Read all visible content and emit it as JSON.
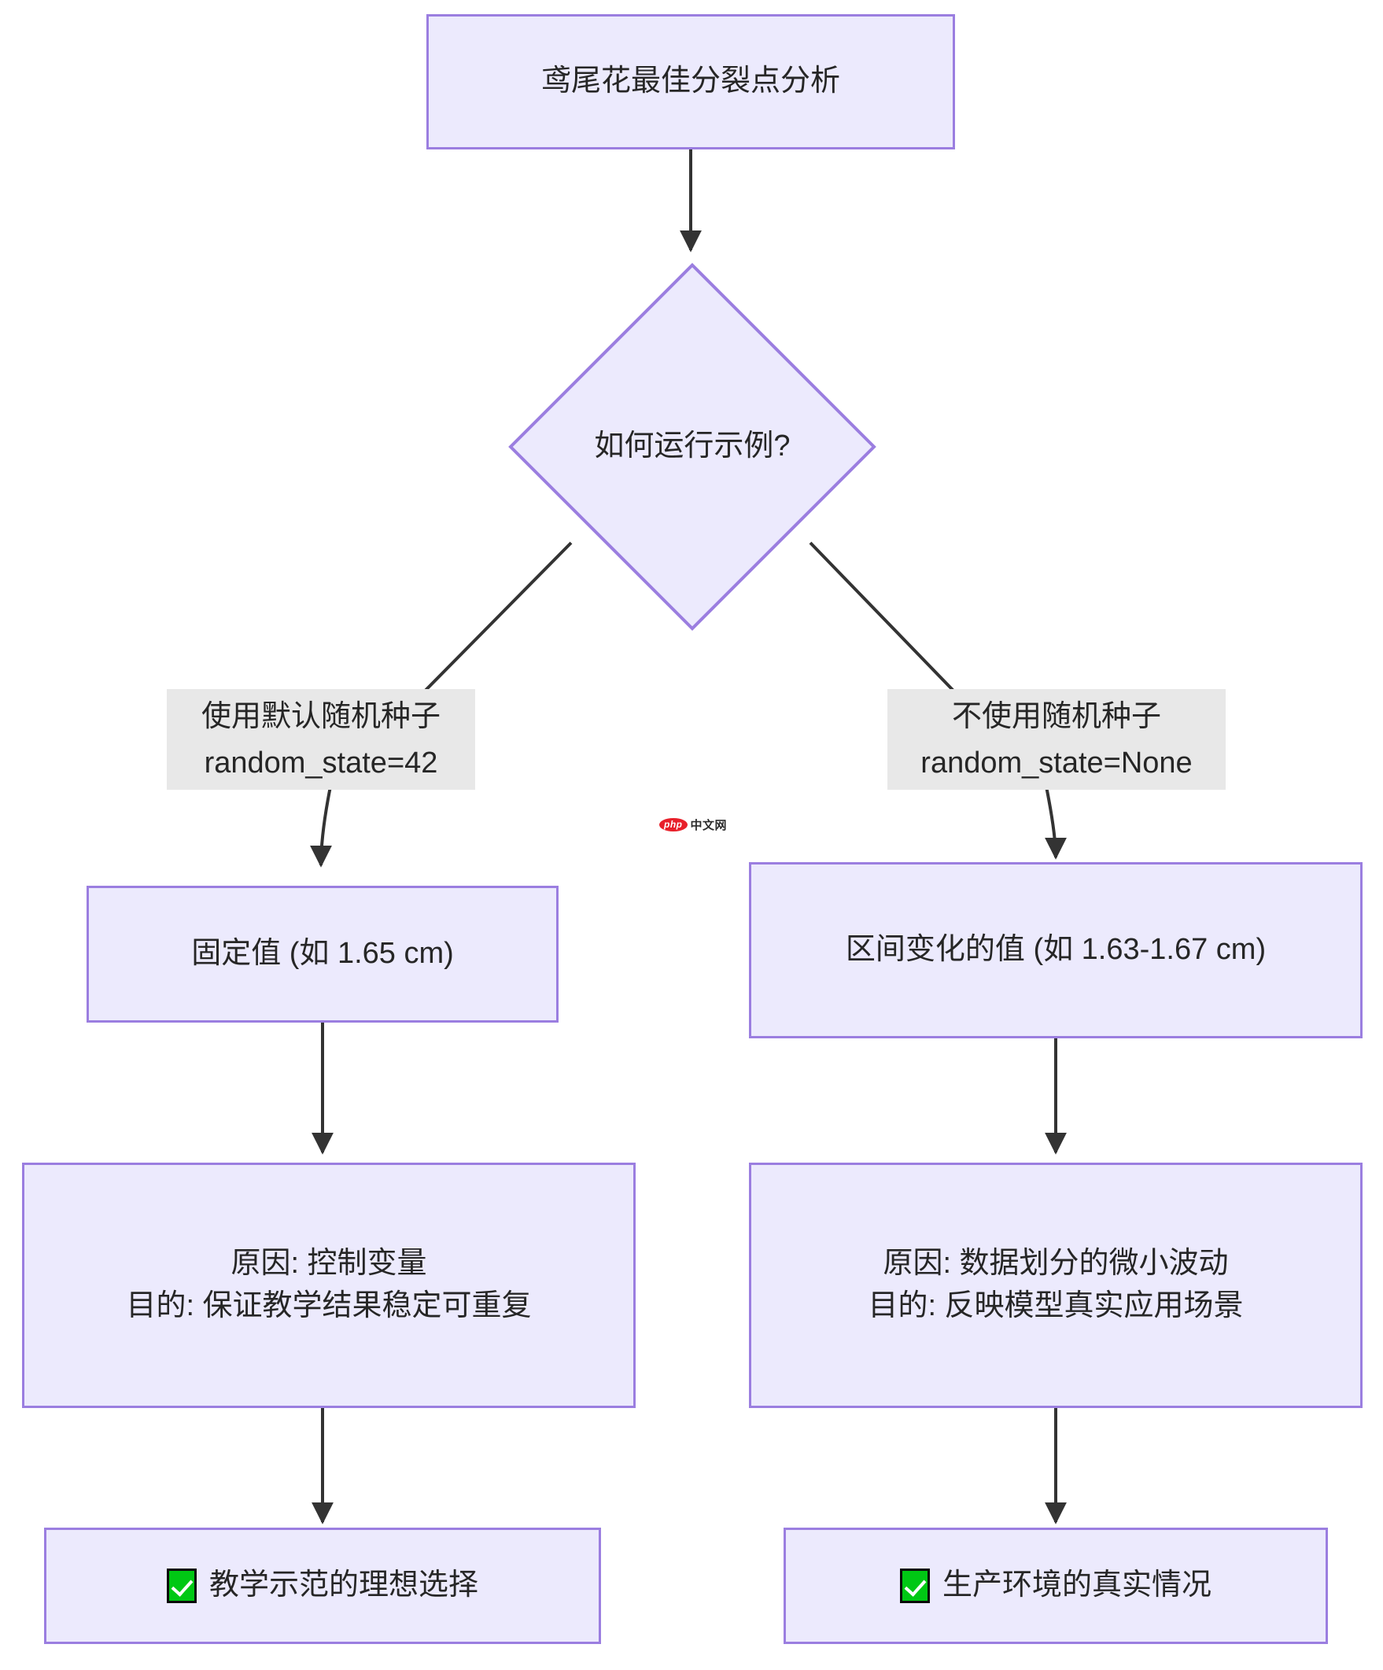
{
  "diagram": {
    "type": "flowchart",
    "title_node": "鸢尾花最佳分裂点分析",
    "decision_node": "如何运行示例?",
    "branches": {
      "left": {
        "edge_label": "使用默认随机种子\nrandom_state=42",
        "result": "固定值 (如 1.65 cm)",
        "explain": "原因: 控制变量\n目的: 保证教学结果稳定可重复",
        "conclusion": "教学示范的理想选择",
        "conclusion_icon": "check-mark-button-icon"
      },
      "right": {
        "edge_label": "不使用随机种子\nrandom_state=None",
        "result": "区间变化的值 (如 1.63-1.67 cm)",
        "explain": "原因: 数据划分的微小波动\n目的: 反映模型真实应用场景",
        "conclusion": "生产环境的真实情况",
        "conclusion_icon": "check-mark-button-icon"
      }
    }
  },
  "watermark": {
    "badge": "php",
    "text": "中文网"
  },
  "colors": {
    "node_fill": "#ECEAFD",
    "node_border": "#9B7EE0",
    "edge_label_bg": "#E8E8E8",
    "arrow": "#333333",
    "text": "#262626",
    "check_green": "#00C814"
  }
}
